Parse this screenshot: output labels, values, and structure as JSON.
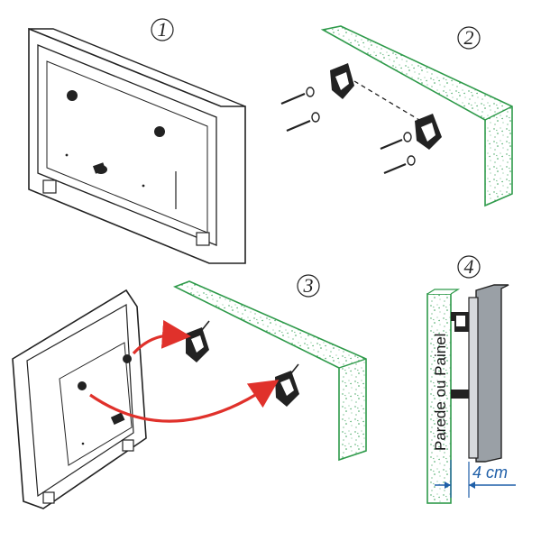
{
  "steps": [
    {
      "number": "1"
    },
    {
      "number": "2"
    },
    {
      "number": "3"
    },
    {
      "number": "4"
    }
  ],
  "labels": {
    "wall": "Parede ou Painel",
    "distance": "4 cm"
  },
  "colors": {
    "outline": "#222222",
    "wall_border": "#2e9a4a",
    "wall_speckle": "#3aa35a",
    "arrow": "#e0312b",
    "dimension": "#1f5fa8",
    "tv_side": "#9aa0a6"
  }
}
